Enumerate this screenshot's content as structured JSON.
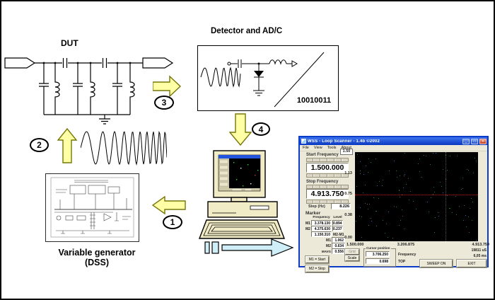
{
  "colors": {
    "arrow_yellow": "#ffffa6",
    "arrow_outline": "#76760a",
    "arrow_cyan": "#cfeef7",
    "titlebar_blue": "#0a38c0",
    "close_red": "#c33b1e",
    "window_bg": "#ece9d8",
    "plot_bg": "#000000",
    "marker_line_red": "#cc0000"
  },
  "diagram": {
    "dut": {
      "label": "DUT"
    },
    "detector": {
      "label": "Detector and AD/C",
      "bits": "10010011"
    },
    "generator": {
      "label": "Variable generator",
      "sublabel": "(DSS)"
    },
    "steps": {
      "s1": "1",
      "s2": "2",
      "s3": "3",
      "s4": "4"
    }
  },
  "app": {
    "title": "WSS - Loop Scanner - 1.4b ©2002",
    "window_controls": {
      "minimize": "_",
      "maximize": "□",
      "close": "✕"
    },
    "menu": [
      "File",
      "View",
      "Tools",
      "About"
    ],
    "start_frequency": {
      "label": "Start Frequency",
      "value": "1.500.000"
    },
    "stop_frequency": {
      "label": "Stop Frequency",
      "value": "4.913.750"
    },
    "step": {
      "label": "Step (Hz)",
      "value": "8.226"
    },
    "marker": {
      "label": "Marker",
      "col_frequency": "Frequency",
      "col_level": "Level",
      "m1": {
        "name": "M1",
        "frequency": "3.378.130",
        "level": "0.894"
      },
      "m2": {
        "name": "M2",
        "frequency": "4.375.630",
        "level": "0.237"
      },
      "delta": {
        "value": "1.150.310",
        "label": "M2-M1"
      },
      "stats": [
        {
          "name": "M1",
          "value": "1.062"
        },
        {
          "name": "M2",
          "value": "0.634"
        },
        {
          "name": "MAVG",
          "value": "0.556"
        }
      ],
      "btn_m1_start": "M1 = Start",
      "btn_m2_stop": "M2 = Stop"
    },
    "plot": {
      "y_max": "1.50",
      "y_ticks": [
        "1.13",
        "0.75",
        "0.38",
        "0.00"
      ],
      "x_ticks": [
        "1.500.000",
        "3.206.875",
        "4.913.750"
      ]
    },
    "footer": {
      "grid_btn": "Grid",
      "scale_btn": "Scale",
      "cursor": {
        "label": "Cursor position",
        "frequency": "3.706.250",
        "frequency_label": "Frequency",
        "level": "0.698",
        "level_label": "TOP"
      },
      "time_us": "19811 uS",
      "time_ms": "6,05 ms",
      "sweep_btn": "SWEEP ON",
      "exit_btn": "EXIT"
    }
  }
}
